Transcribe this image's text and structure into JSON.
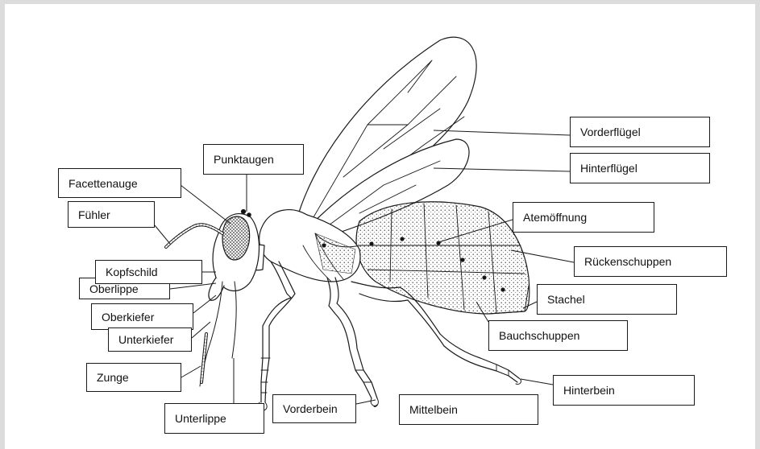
{
  "labels": {
    "vorderfluegel": "Vorderflügel",
    "hinterfluegel": "Hinterflügel",
    "punktaugen": "Punktaugen",
    "facettenauge": "Facettenauge",
    "fuehler": "Fühler",
    "atemoeffnung": "Atemöffnung",
    "rueckenschuppen": "Rückenschuppen",
    "kopfschild": "Kopfschild",
    "oberlippe": "Oberlippe",
    "stachel": "Stachel",
    "oberkiefer": "Oberkiefer",
    "bauchschuppen": "Bauchschuppen",
    "unterkiefer": "Unterkiefer",
    "zunge": "Zunge",
    "hinterbein": "Hinterbein",
    "vorderbein": "Vorderbein",
    "mittelbein": "Mittelbein",
    "unterlippe": "Unterlippe"
  },
  "colors": {
    "ink": "#1a1a1a",
    "background": "#ffffff",
    "frame": "#dcdcdc"
  }
}
